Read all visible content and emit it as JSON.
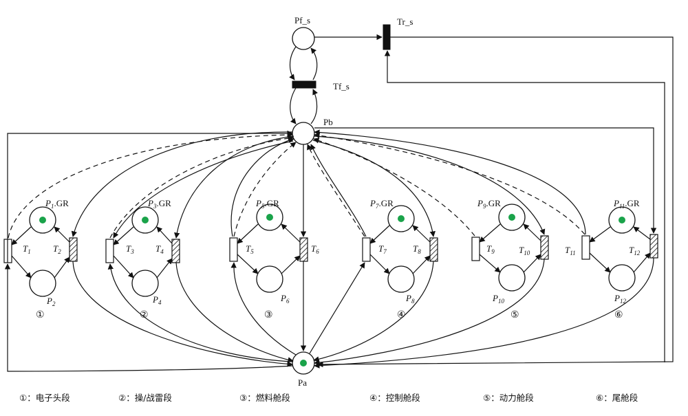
{
  "places": {
    "pf_s": "Pf_s",
    "pb": "Pb",
    "pa": "Pa"
  },
  "transitions": {
    "tr_s": "Tr_s",
    "tf_s": "Tf_s"
  },
  "segments": [
    {
      "num": "①",
      "p_top": "1",
      "p_bot": "2",
      "t_left": "1",
      "t_right": "2",
      "suffix": ".GR"
    },
    {
      "num": "②",
      "p_top": "3",
      "p_bot": "4",
      "t_left": "3",
      "t_right": "4",
      "suffix": ".GR"
    },
    {
      "num": "③",
      "p_top": "5",
      "p_bot": "6",
      "t_left": "5",
      "t_right": "6",
      "suffix": ".GR"
    },
    {
      "num": "④",
      "p_top": "7",
      "p_bot": "8",
      "t_left": "7",
      "t_right": "8",
      "suffix": ".GR"
    },
    {
      "num": "⑤",
      "p_top": "9",
      "p_bot": "10",
      "t_left": "9",
      "t_right": "10",
      "suffix": ".GR"
    },
    {
      "num": "⑥",
      "p_top": "11",
      "p_bot": "12",
      "t_left": "11",
      "t_right": "12",
      "suffix": ".GR"
    }
  ],
  "legend": [
    "①：电子头段",
    "②：操/战雷段",
    "③：燃料舱段",
    "④：控制舱段",
    "⑤：动力舱段",
    "⑥：尾舱段"
  ],
  "colors": {
    "token": "#1aa34a",
    "line": "#111111"
  },
  "tokens": [
    "P1",
    "P3",
    "P5",
    "P7",
    "P9",
    "P11",
    "Pa"
  ]
}
